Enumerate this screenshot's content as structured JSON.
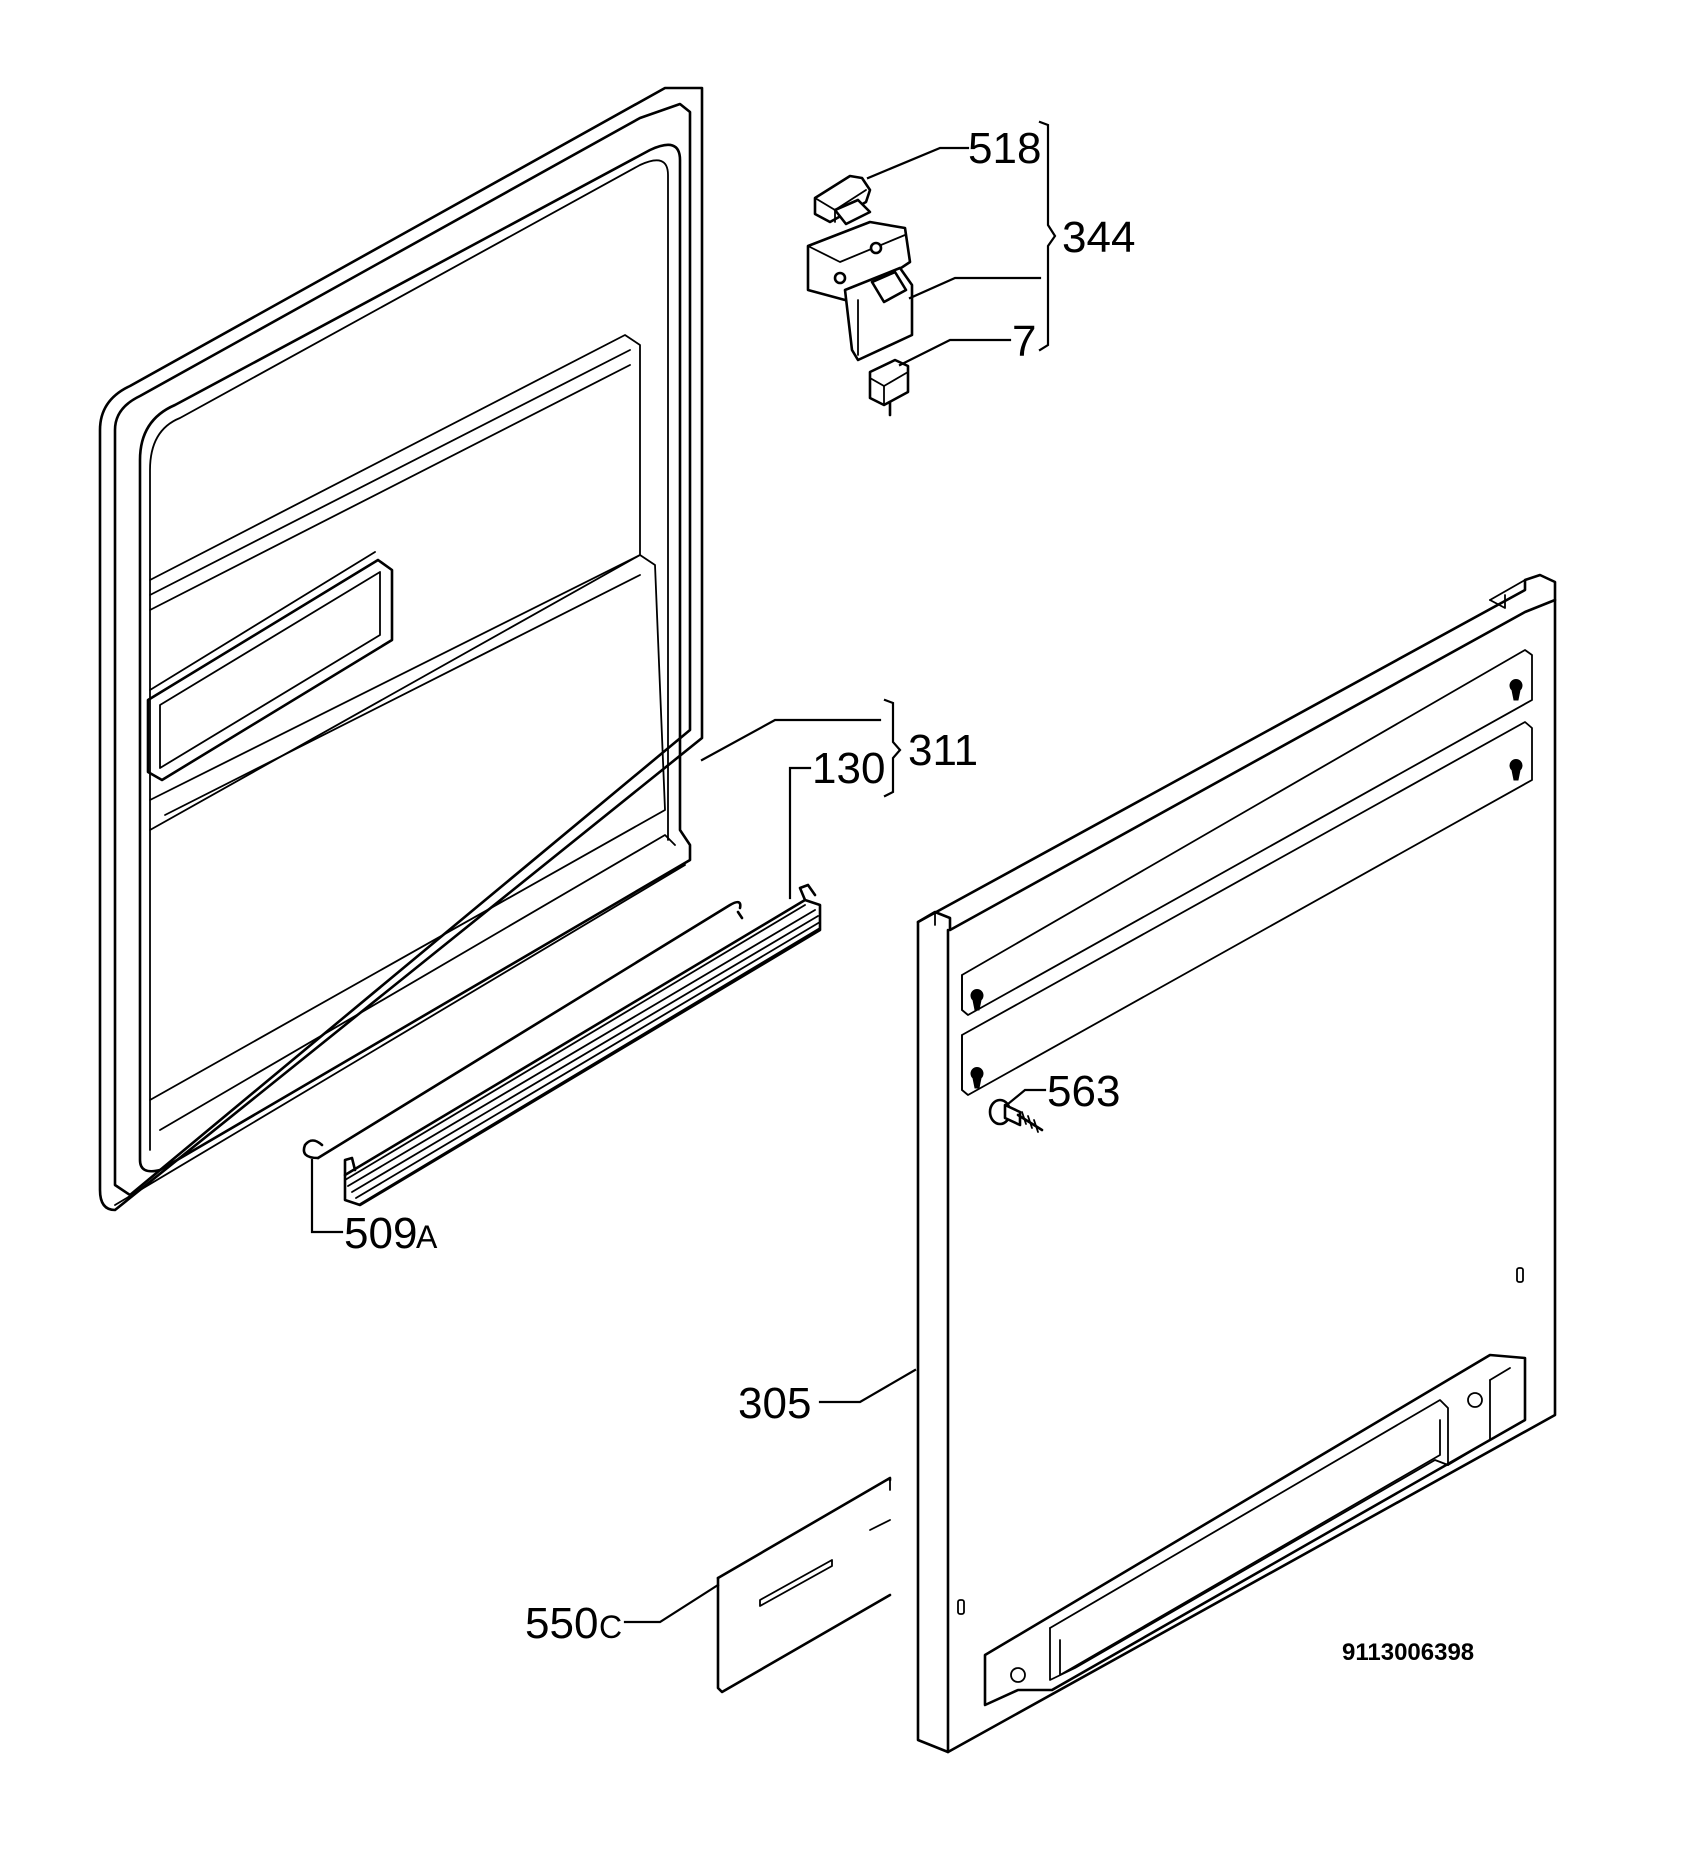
{
  "labels": {
    "p518": "518",
    "p344": "344",
    "p7": "7",
    "p311": "311",
    "p130": "130",
    "p509": "509",
    "p509_suffix": "A",
    "p563": "563",
    "p305": "305",
    "p550": "550",
    "p550_suffix": "C"
  },
  "drawing_number": "9113006398"
}
